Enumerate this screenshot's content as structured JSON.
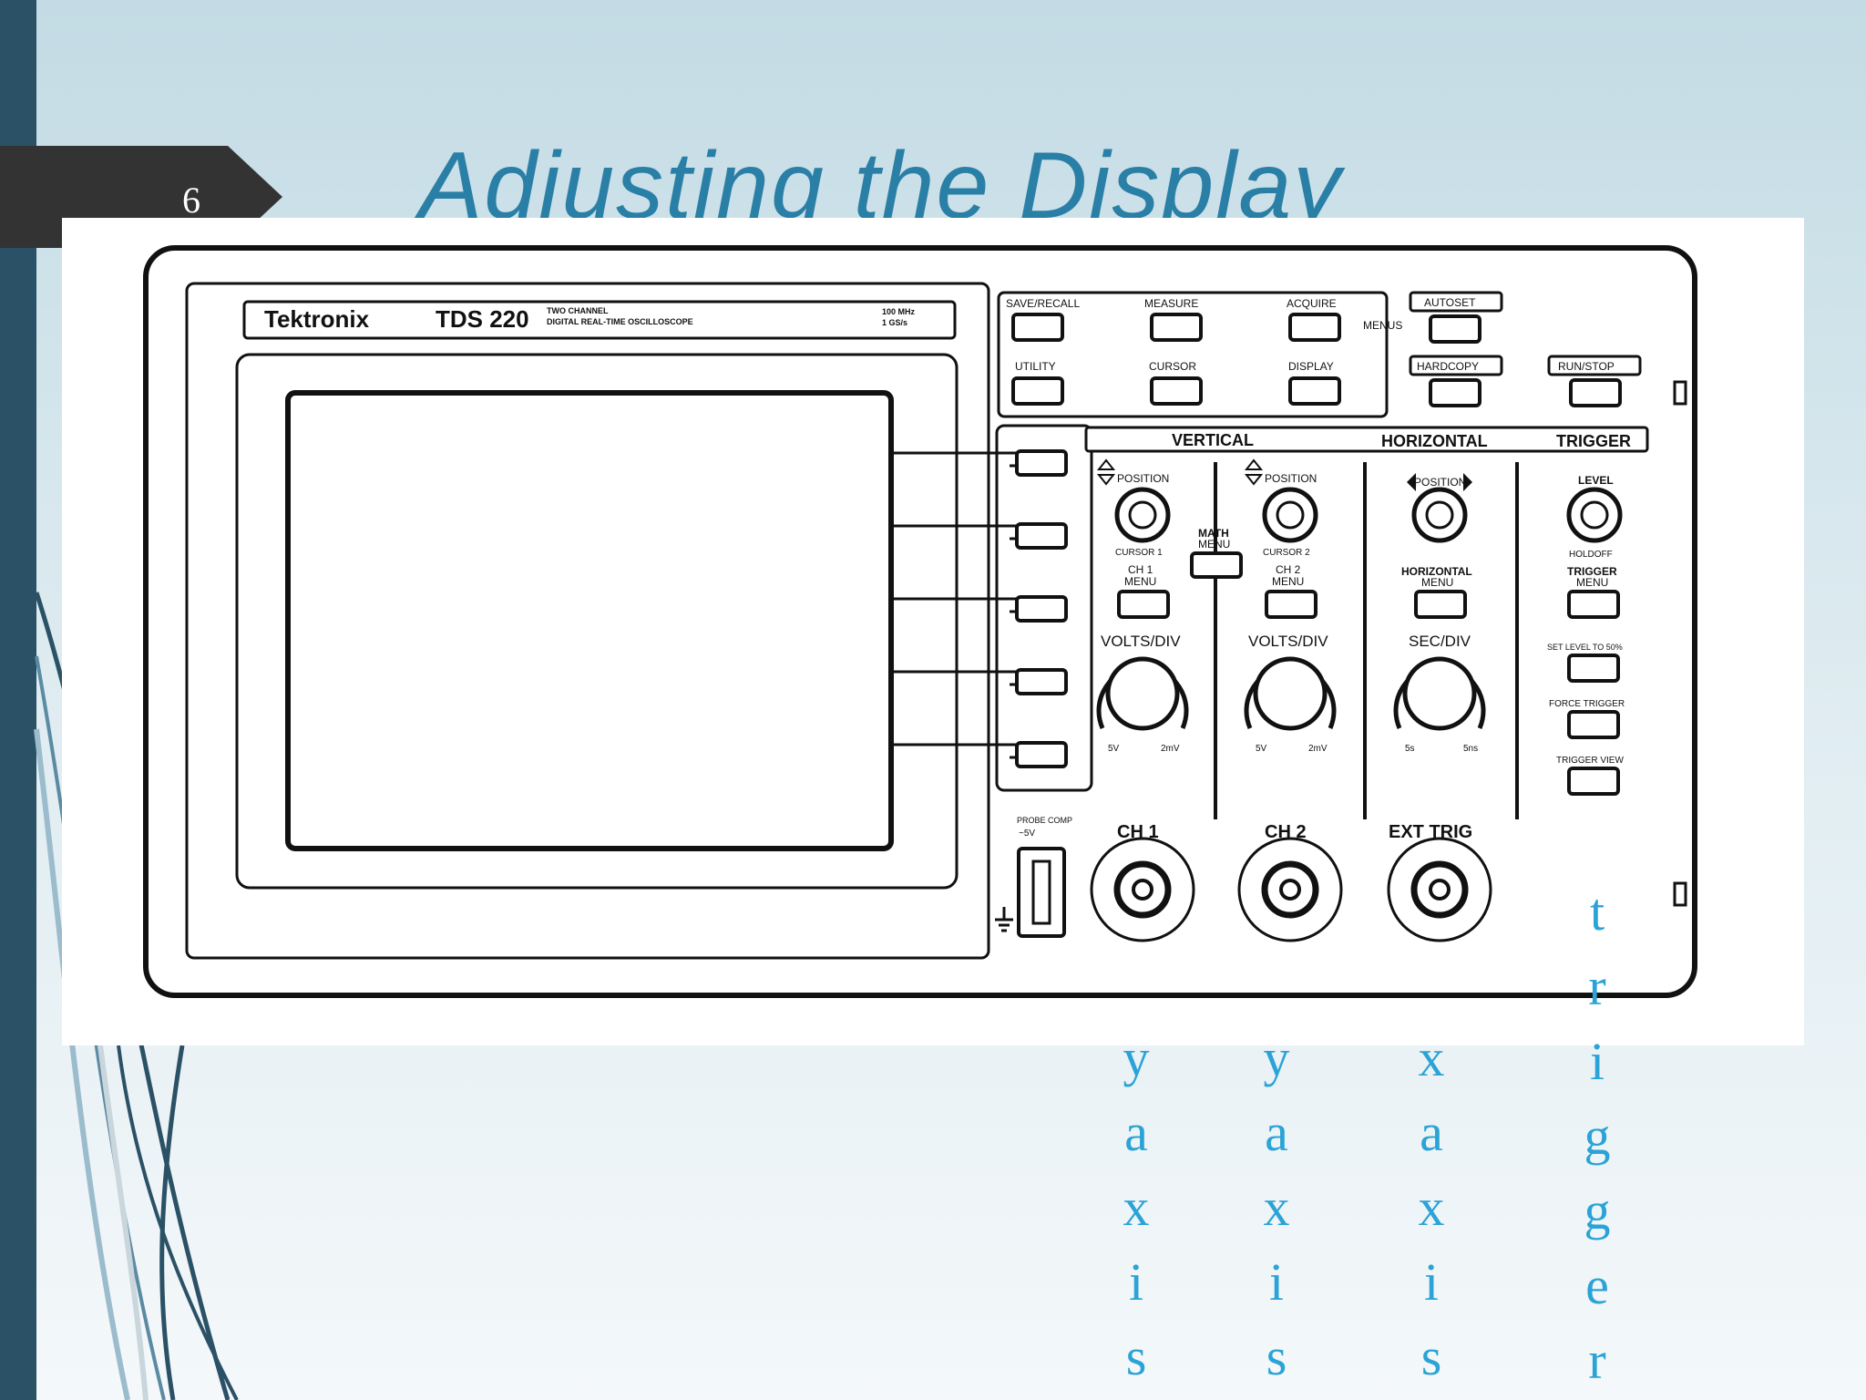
{
  "slide": {
    "page_number": "6",
    "title": "Adjusting the Display"
  },
  "scope": {
    "brand": "Tektronix",
    "model": "TDS 220",
    "subtitle_line1": "TWO CHANNEL",
    "subtitle_line2": "DIGITAL REAL-TIME OSCILLOSCOPE",
    "spec_line1": "100 MHz",
    "spec_line2": "1 GS/s",
    "menu_buttons": {
      "save_recall": "SAVE/RECALL",
      "measure": "MEASURE",
      "acquire": "ACQUIRE",
      "utility": "UTILITY",
      "cursor": "CURSOR",
      "display": "DISPLAY",
      "menus": "MENUS",
      "autoset": "AUTOSET",
      "hardcopy": "HARDCOPY",
      "run_stop": "RUN/STOP"
    },
    "sections": {
      "vertical": "VERTICAL",
      "horizontal": "HORIZONTAL",
      "trigger": "TRIGGER"
    },
    "ch1": {
      "position": "POSITION",
      "cursor": "CURSOR 1",
      "menu_line1": "CH 1",
      "menu_line2": "MENU",
      "volts": "VOLTS/DIV",
      "min": "5V",
      "max": "2mV",
      "input": "CH 1"
    },
    "ch2": {
      "position": "POSITION",
      "cursor": "CURSOR 2",
      "menu_line1": "CH 2",
      "menu_line2": "MENU",
      "volts": "VOLTS/DIV",
      "min": "5V",
      "max": "2mV",
      "input": "CH 2"
    },
    "math_line1": "MATH",
    "math_line2": "MENU",
    "horizontal": {
      "position": "POSITION",
      "menu_line1": "HORIZONTAL",
      "menu_line2": "MENU",
      "sec": "SEC/DIV",
      "min": "5s",
      "max": "5ns",
      "input": "EXT TRIG"
    },
    "trigger": {
      "level": "LEVEL",
      "holdoff": "HOLDOFF",
      "menu_line1": "TRIGGER",
      "menu_line2": "MENU",
      "set_level": "SET LEVEL TO 50%",
      "force": "FORCE TRIGGER",
      "view": "TRIGGER VIEW"
    },
    "probe_comp_line1": "PROBE COMP",
    "probe_comp_line2": "~5V"
  },
  "annotations": {
    "ch1": [
      "y",
      "a",
      "x",
      "i",
      "s"
    ],
    "ch2": [
      "y",
      "a",
      "x",
      "i",
      "s"
    ],
    "horizontal": [
      "x",
      "a",
      "x",
      "i",
      "s"
    ],
    "trigger": [
      "t",
      "r",
      "i",
      "g",
      "g",
      "e",
      "r"
    ]
  },
  "colors": {
    "accent": "#2a7fa6",
    "annotation": "#2ba3d6",
    "sidebar": "#2b5166",
    "tab": "#333333"
  }
}
